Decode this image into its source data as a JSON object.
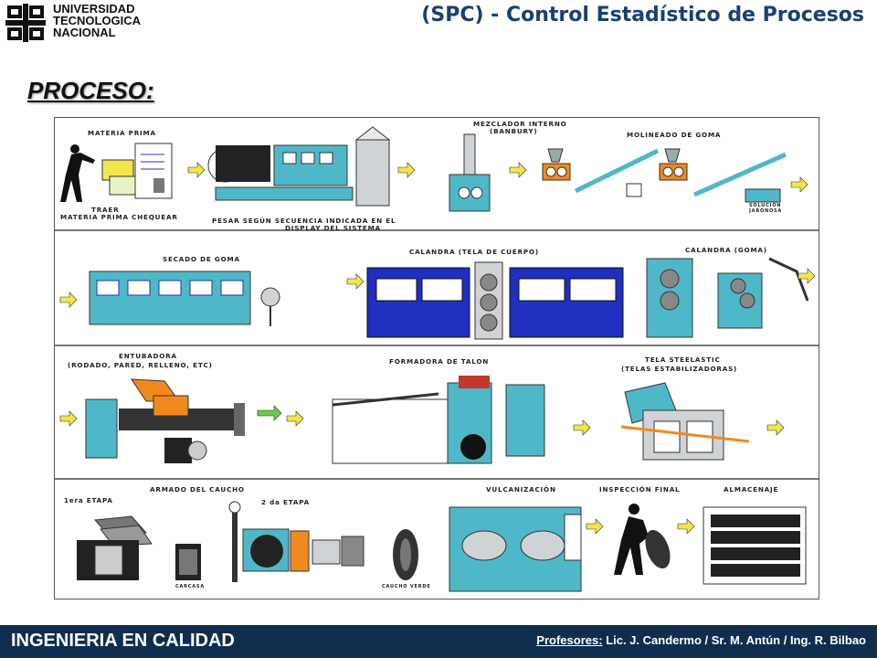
{
  "header": {
    "university_line1": "UNIVERSIDAD",
    "university_line2": "TECNOLOGICA",
    "university_line3": "NACIONAL",
    "title": "(SPC) - Control Estadístico de Procesos"
  },
  "section_heading": "PROCESO:",
  "diagram": {
    "row1": {
      "materia_prima": "MATERIA PRIMA",
      "traer": "TRAER",
      "materia_chequear": "MATERIA PRIMA CHEQUEAR",
      "pesar_1": "PESAR SEGÚN SECUENCIA INDICADA EN EL",
      "pesar_2": "DISPLAY DEL SISTEMA",
      "mezclador_1": "MEZCLADOR INTERNO",
      "mezclador_2": "(BANBURY)",
      "molineado": "MOLINEADO DE GOMA",
      "solucion_1": "SOLUCIÓN",
      "solucion_2": "JABONOSA"
    },
    "row2": {
      "secado": "SECADO DE GOMA",
      "calandra_tela": "CALANDRA (TELA DE CUERPO)",
      "calandra_goma": "CALANDRA (GOMA)"
    },
    "row3": {
      "entubadora": "ENTUBADORA",
      "entubadora_sub": "(RODADO, PARED, RELLENO, ETC)",
      "formadora": "FORMADORA DE TALON",
      "tela_steel": "TELA STEELASTIC",
      "tela_sub": "(TELAS ESTABILIZADORAS)"
    },
    "row4": {
      "armado": "ARMADO DEL CAUCHO",
      "etapa1": "1era ETAPA",
      "etapa2": "2 da ETAPA",
      "carcasa": "CARCASA",
      "caucho_verde": "CAUCHO VERDE",
      "vulcanizacion": "VULCANIZACIÓN",
      "inspeccion": "INSPECCIÓN FINAL",
      "almacenaje": "ALMACENAJE"
    }
  },
  "footer": {
    "left": "INGENIERIA EN CALIDAD",
    "profesores_label": "Profesores:",
    "profesores_names": "Lic. J. Candermo / Sr. M. Antún / Ing. R. Bilbao"
  },
  "colors": {
    "title": "#1a3f73",
    "footer_bg": "#0f2e4e",
    "machine_cyan": "#4fb8c8",
    "machine_blue": "#1f2fbf",
    "arrow_yellow": "#f2e64a",
    "accent_orange": "#f08a1c"
  }
}
